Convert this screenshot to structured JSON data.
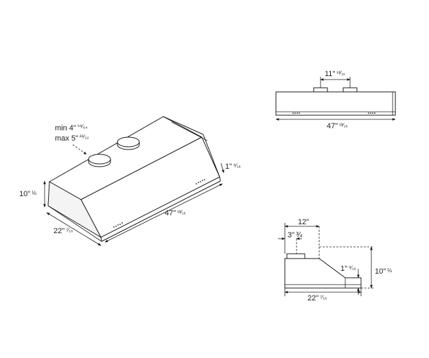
{
  "iso_view": {
    "min_duct_label": "min 4\"",
    "min_duct_frac": "⁶⁹⁄₆₄",
    "max_duct_label": "max 5\"",
    "max_duct_frac": "²⁹⁄₃₂",
    "height_label": "10\"",
    "height_frac": "⅛",
    "depth_label": "22\"",
    "depth_frac": "⁷⁄₁₆",
    "width_label": "47\"",
    "width_frac": "¹³⁄₁₆",
    "lip_label": "1\"",
    "lip_frac": "⁹⁄₁₆"
  },
  "front_view": {
    "spacing_label": "11\"",
    "spacing_frac": "¹³⁄₁₆",
    "width_label": "47\"",
    "width_frac": "¹³⁄₁₆"
  },
  "side_view": {
    "depth_to_duct_label": "12\"",
    "offset_label": "3\"",
    "offset_frac": "¾",
    "lip_label": "1\"",
    "lip_frac": "⁹⁄₁₆",
    "height_label": "10\"",
    "height_frac": "⅛",
    "depth_label": "22\"",
    "depth_frac": "⁷⁄₁₆"
  }
}
